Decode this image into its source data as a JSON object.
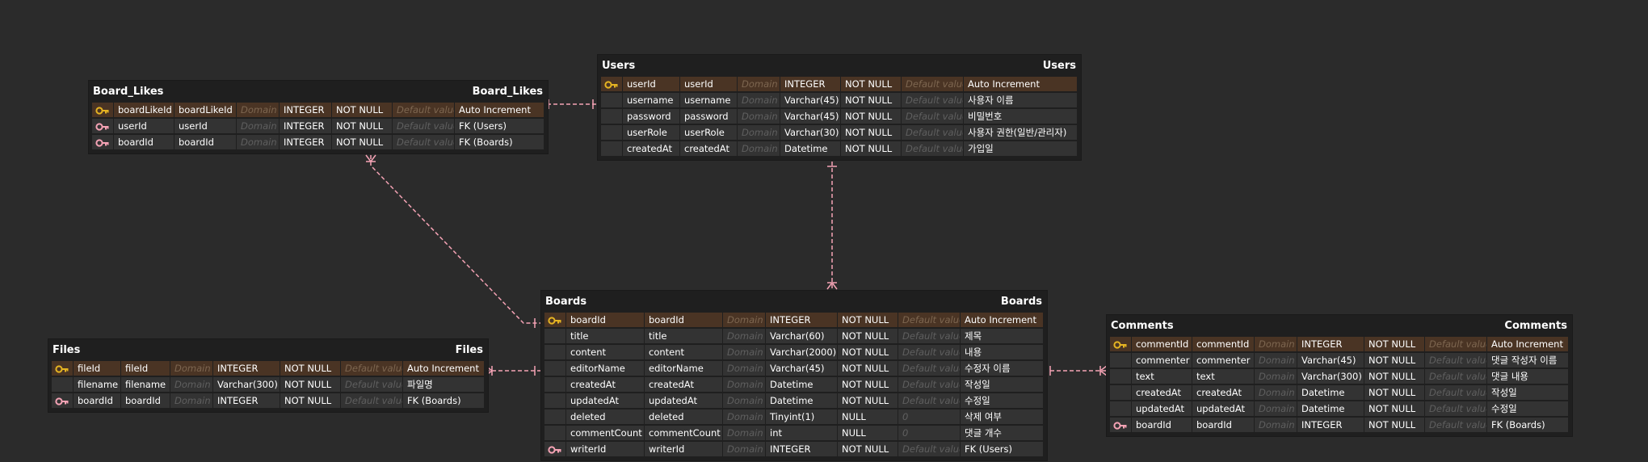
{
  "colors": {
    "background": "#2b2b2b",
    "table": "#1f1f1f",
    "row": "#333333",
    "pk_row": "#4a3424",
    "pk_key": "#e6b422",
    "fk_key": "#f5a3b5",
    "relation": "#f5a3b5"
  },
  "tables": {
    "board_likes": {
      "title": "Board_Likes",
      "title_right": "Board_Likes",
      "rows": [
        {
          "key": "pk",
          "c": [
            "boardLikeId",
            "boardLikeId",
            "Domain",
            "INTEGER",
            "NOT NULL",
            "Default value",
            "Auto Increment"
          ]
        },
        {
          "key": "fk",
          "c": [
            "userId",
            "userId",
            "Domain",
            "INTEGER",
            "NOT NULL",
            "Default value",
            "FK (Users)"
          ]
        },
        {
          "key": "fk",
          "c": [
            "boardId",
            "boardId",
            "Domain",
            "INTEGER",
            "NOT NULL",
            "Default value",
            "FK (Boards)"
          ]
        }
      ]
    },
    "users": {
      "title": "Users",
      "title_right": "Users",
      "rows": [
        {
          "key": "pk",
          "c": [
            "userId",
            "userId",
            "Domain",
            "INTEGER",
            "NOT NULL",
            "Default value",
            "Auto Increment"
          ]
        },
        {
          "key": "",
          "c": [
            "username",
            "username",
            "Domain",
            "Varchar(45)",
            "NOT NULL",
            "Default value",
            "사용자 이름"
          ]
        },
        {
          "key": "",
          "c": [
            "password",
            "password",
            "Domain",
            "Varchar(45)",
            "NOT NULL",
            "Default value",
            "비밀번호"
          ]
        },
        {
          "key": "",
          "c": [
            "userRole",
            "userRole",
            "Domain",
            "Varchar(30)",
            "NOT NULL",
            "Default value",
            "사용자 권한(일반/관리자)"
          ]
        },
        {
          "key": "",
          "c": [
            "createdAt",
            "createdAt",
            "Domain",
            "Datetime",
            "NOT NULL",
            "Default value",
            "가입일"
          ]
        }
      ]
    },
    "boards": {
      "title": "Boards",
      "title_right": "Boards",
      "rows": [
        {
          "key": "pk",
          "c": [
            "boardId",
            "boardId",
            "Domain",
            "INTEGER",
            "NOT NULL",
            "Default value",
            "Auto Increment"
          ]
        },
        {
          "key": "",
          "c": [
            "title",
            "title",
            "Domain",
            "Varchar(60)",
            "NOT NULL",
            "Default value",
            "제목"
          ]
        },
        {
          "key": "",
          "c": [
            "content",
            "content",
            "Domain",
            "Varchar(2000)",
            "NOT NULL",
            "Default value",
            "내용"
          ]
        },
        {
          "key": "",
          "c": [
            "editorName",
            "editorName",
            "Domain",
            "Varchar(45)",
            "NOT NULL",
            "Default value",
            "수정자 이름"
          ]
        },
        {
          "key": "",
          "c": [
            "createdAt",
            "createdAt",
            "Domain",
            "Datetime",
            "NOT NULL",
            "Default value",
            "작성일"
          ]
        },
        {
          "key": "",
          "c": [
            "updatedAt",
            "updatedAt",
            "Domain",
            "Datetime",
            "NOT NULL",
            "Default value",
            "수정일"
          ]
        },
        {
          "key": "",
          "c": [
            "deleted",
            "deleted",
            "Domain",
            "Tinyint(1)",
            "NULL",
            "0",
            "삭제 여부"
          ]
        },
        {
          "key": "",
          "c": [
            "commentCount",
            "commentCount",
            "Domain",
            "int",
            "NULL",
            "0",
            "댓글 개수"
          ]
        },
        {
          "key": "fk",
          "c": [
            "writerId",
            "writerId",
            "Domain",
            "INTEGER",
            "NOT NULL",
            "Default value",
            "FK (Users)"
          ]
        }
      ]
    },
    "files": {
      "title": "Files",
      "title_right": "Files",
      "rows": [
        {
          "key": "pk",
          "c": [
            "fileId",
            "fileId",
            "Domain",
            "INTEGER",
            "NOT NULL",
            "Default value",
            "Auto Increment"
          ]
        },
        {
          "key": "",
          "c": [
            "filename",
            "filename",
            "Domain",
            "Varchar(300)",
            "NOT NULL",
            "Default value",
            "파일명"
          ]
        },
        {
          "key": "fk",
          "c": [
            "boardId",
            "boardId",
            "Domain",
            "INTEGER",
            "NOT NULL",
            "Default value",
            "FK (Boards)"
          ]
        }
      ]
    },
    "comments": {
      "title": "Comments",
      "title_right": "Comments",
      "rows": [
        {
          "key": "pk",
          "c": [
            "commentId",
            "commentId",
            "Domain",
            "INTEGER",
            "NOT NULL",
            "Default value",
            "Auto Increment"
          ]
        },
        {
          "key": "",
          "c": [
            "commenter",
            "commenter",
            "Domain",
            "Varchar(45)",
            "NOT NULL",
            "Default value",
            "댓글 작성자 이름"
          ]
        },
        {
          "key": "",
          "c": [
            "text",
            "text",
            "Domain",
            "Varchar(300)",
            "NOT NULL",
            "Default value",
            "댓글 내용"
          ]
        },
        {
          "key": "",
          "c": [
            "createdAt",
            "createdAt",
            "Domain",
            "Datetime",
            "NOT NULL",
            "Default value",
            "작성일"
          ]
        },
        {
          "key": "",
          "c": [
            "updatedAt",
            "updatedAt",
            "Domain",
            "Datetime",
            "NOT NULL",
            "Default value",
            "수정일"
          ]
        },
        {
          "key": "fk",
          "c": [
            "boardId",
            "boardId",
            "Domain",
            "INTEGER",
            "NOT NULL",
            "Default value",
            "FK (Boards)"
          ]
        }
      ]
    }
  }
}
